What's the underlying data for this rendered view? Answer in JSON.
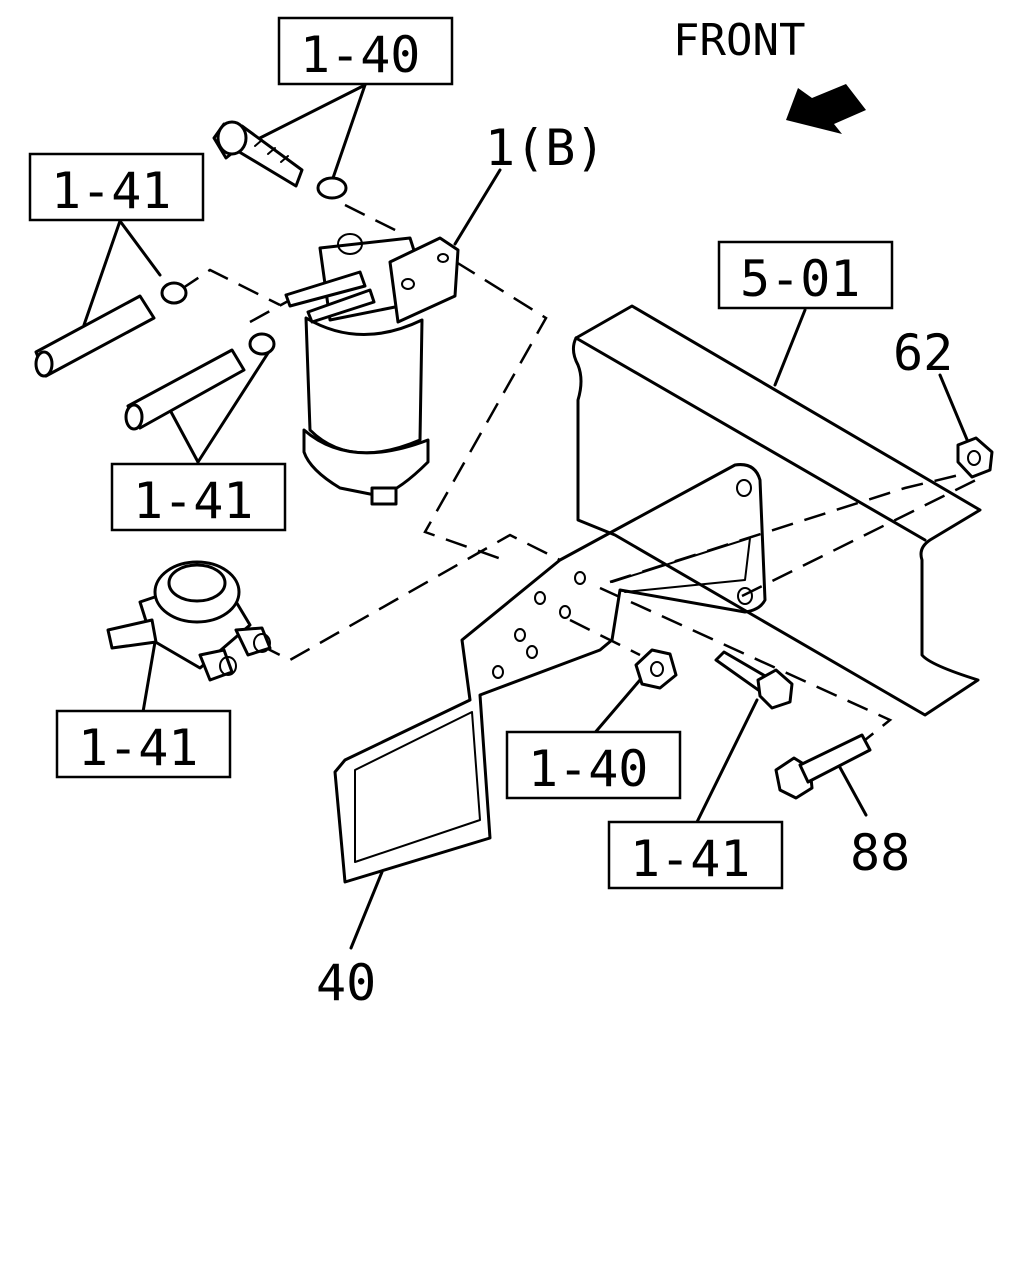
{
  "direction_label": "FRONT",
  "callouts": {
    "top_box": "1-40",
    "left_top_box": "1-41",
    "left_mid_box": "1-41",
    "left_bottom_box": "1-41",
    "center_box": "1-40",
    "right_bottom_box": "1-41",
    "frame_box": "5-01"
  },
  "part_numbers": {
    "filter_assembly": "1(B)",
    "nut": "62",
    "bolt": "88",
    "bracket": "40"
  }
}
